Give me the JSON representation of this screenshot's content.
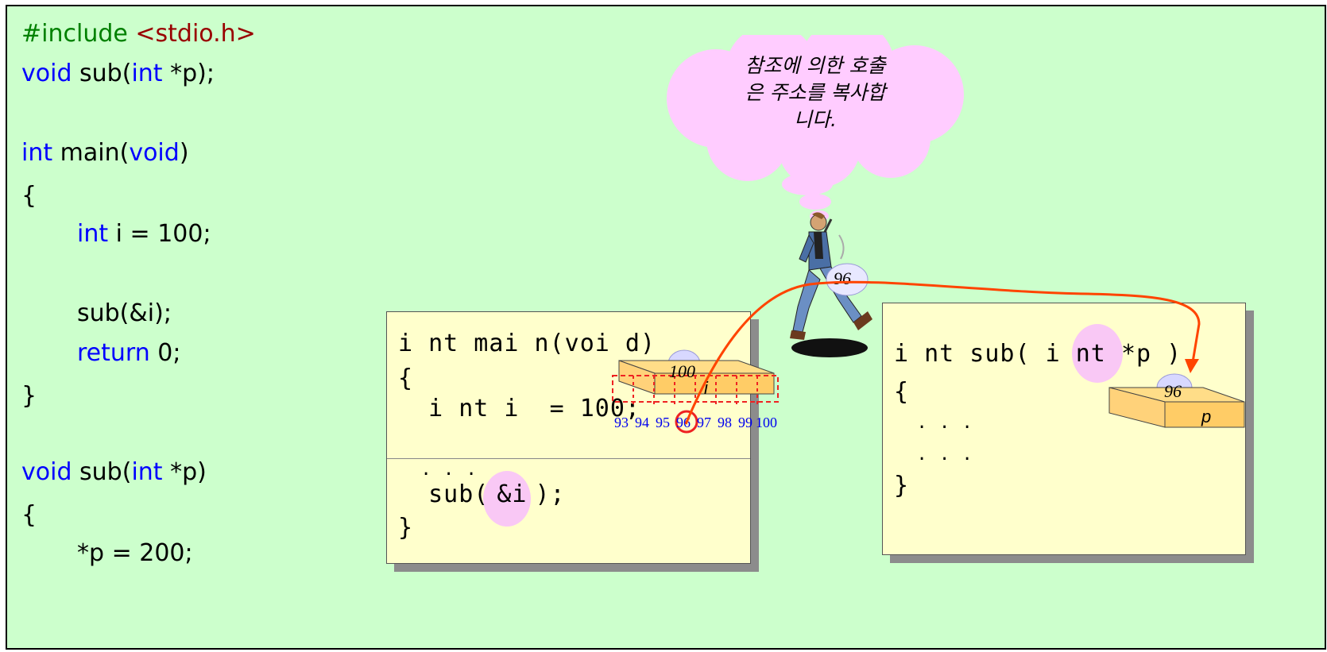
{
  "source_code": {
    "include_directive": "#include",
    "include_header": "<stdio.h>",
    "prototype_void": "void",
    "prototype_rest_a": " sub(",
    "prototype_int": "int",
    "prototype_rest_b": " *p);",
    "main_int": "int",
    "main_rest_a": " main(",
    "main_void": "void",
    "main_rest_b": ")",
    "open_brace": "{",
    "decl_int": "int",
    "decl_rest": " i = 100;",
    "call": "sub(&i);",
    "return_kw": "return",
    "return_rest": " 0;",
    "close_brace": "}",
    "def_void": "void",
    "def_rest_a": " sub(",
    "def_int": "int",
    "def_rest_b": " *p)",
    "def_open_brace": "{",
    "assign": "*p = 200;"
  },
  "main_panel": {
    "line1": "i nt mai n(voi d)",
    "line2": "{",
    "line3": "  i nt i  = 100;",
    "line4": "  . . .",
    "line5_a": "  sub(",
    "line5_arg": "&i",
    "line5_b": ");",
    "line6": "}",
    "box_value": "100",
    "box_var": "i",
    "addresses": [
      "93",
      "94",
      "95",
      "96",
      "97",
      "98",
      "99",
      "100"
    ]
  },
  "sub_panel": {
    "line1_a": "i nt sub( i nt ",
    "line1_arg": "*p",
    "line1_b": " )",
    "line2": "{",
    "line3": "  . . .",
    "line4": "  . . .",
    "line5": "}",
    "box_value": "96",
    "box_var": "p"
  },
  "carried_value": "96",
  "thought_bubble": {
    "line1": "참조에 의한 호출",
    "line2": "은 주소를 복사합",
    "line3": "니다."
  },
  "colors": {
    "background": "#ccffcc",
    "keyword": "#0000ff",
    "directive": "#008000",
    "header": "#990000",
    "panel": "#ffffcc",
    "highlight": "#f9c8f5",
    "arrow": "#ff4400",
    "box": "#ffcc66"
  }
}
